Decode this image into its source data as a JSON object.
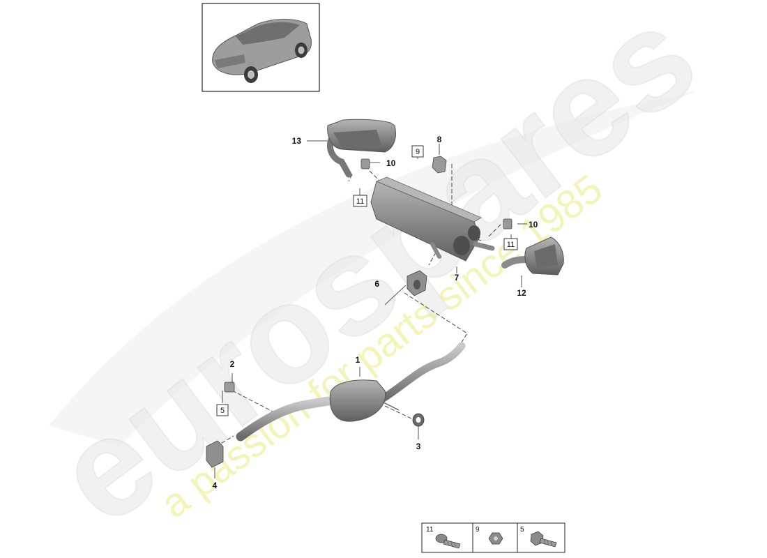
{
  "watermark": {
    "brand": "eurospares",
    "tagline": "a passion for parts since 1985"
  },
  "callouts": {
    "c1": "1",
    "c2": "2",
    "c3": "3",
    "c4": "4",
    "c6": "6",
    "c7": "7",
    "c8": "8",
    "c10a": "10",
    "c10b": "10",
    "c12": "12",
    "c13": "13"
  },
  "boxed_refs": {
    "b5": "5",
    "b9": "9",
    "b11a": "11",
    "b11b": "11"
  },
  "legend": {
    "items": [
      {
        "number": "11",
        "icon": "flange-bolt-icon"
      },
      {
        "number": "9",
        "icon": "hex-nut-icon"
      },
      {
        "number": "5",
        "icon": "hex-bolt-icon"
      }
    ]
  },
  "colors": {
    "part_fill": "#8c8c8c",
    "part_dark": "#5e5e5e",
    "line": "#222222",
    "watermark_text": "#e6e6e6",
    "watermark_tagline": "#ecec8a"
  }
}
